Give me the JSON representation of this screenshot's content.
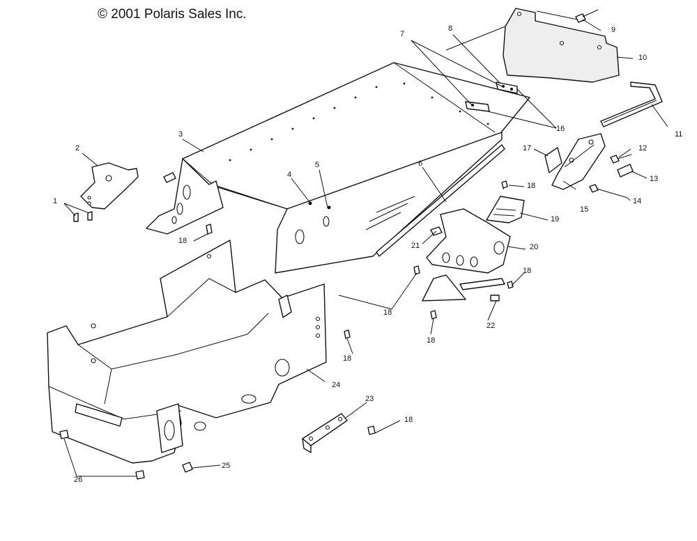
{
  "copyright": "© 2001 Polaris Sales Inc.",
  "callouts": [
    {
      "id": "c1",
      "text": "1"
    },
    {
      "id": "c2",
      "text": "2"
    },
    {
      "id": "c3",
      "text": "3"
    },
    {
      "id": "c4",
      "text": "4"
    },
    {
      "id": "c5",
      "text": "5"
    },
    {
      "id": "c6",
      "text": "6"
    },
    {
      "id": "c7",
      "text": "7"
    },
    {
      "id": "c8",
      "text": "8"
    },
    {
      "id": "c9",
      "text": "9"
    },
    {
      "id": "c10",
      "text": "10"
    },
    {
      "id": "c11",
      "text": "11"
    },
    {
      "id": "c12",
      "text": "12"
    },
    {
      "id": "c13",
      "text": "13"
    },
    {
      "id": "c14",
      "text": "14"
    },
    {
      "id": "c15",
      "text": "15"
    },
    {
      "id": "c16",
      "text": "16"
    },
    {
      "id": "c17",
      "text": "17"
    },
    {
      "id": "c18a",
      "text": "18"
    },
    {
      "id": "c18b",
      "text": "18"
    },
    {
      "id": "c18c",
      "text": "18"
    },
    {
      "id": "c18d",
      "text": "18"
    },
    {
      "id": "c18e",
      "text": "18"
    },
    {
      "id": "c18f",
      "text": "18"
    },
    {
      "id": "c18g",
      "text": "18"
    },
    {
      "id": "c19",
      "text": "19"
    },
    {
      "id": "c20",
      "text": "20"
    },
    {
      "id": "c21",
      "text": "21"
    },
    {
      "id": "c22",
      "text": "22"
    },
    {
      "id": "c23",
      "text": "23"
    },
    {
      "id": "c24",
      "text": "24"
    },
    {
      "id": "c25",
      "text": "25"
    },
    {
      "id": "c26",
      "text": "26"
    }
  ]
}
